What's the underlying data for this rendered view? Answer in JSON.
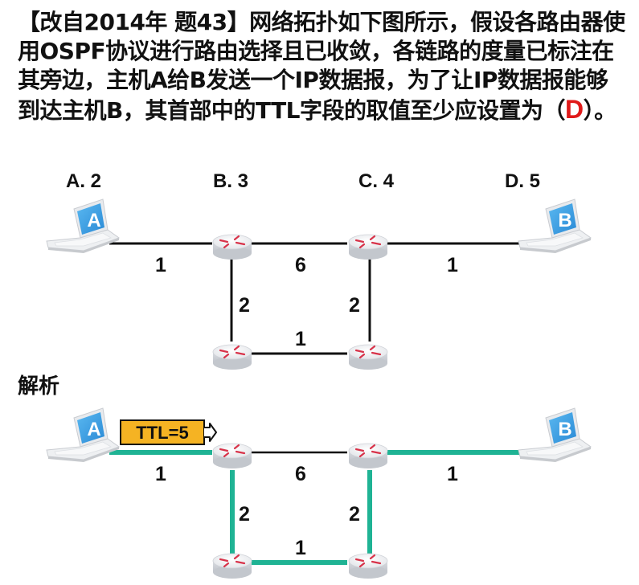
{
  "question": {
    "prefix": "【改自2014年 题43】网络拓扑如下图所示，假设各路由器使用OSPF协议进行路由选择且已收敛，各链路的度量已标注在其旁边，主机A给B发送一个IP数据报，为了让IP数据报能够到达主机B，其首部中的TTL字段的取值至少应设置为（",
    "answer": "D",
    "suffix": "）。"
  },
  "options": [
    {
      "label": "A. 2"
    },
    {
      "label": "B. 3"
    },
    {
      "label": "C. 4"
    },
    {
      "label": "D. 5"
    }
  ],
  "analysis_title": "解析",
  "topology": {
    "hosts": [
      {
        "name": "A"
      },
      {
        "name": "B"
      }
    ],
    "links": [
      {
        "from": "A",
        "to": "R1",
        "metric": "1"
      },
      {
        "from": "R1",
        "to": "R2",
        "metric": "6"
      },
      {
        "from": "R2",
        "to": "B",
        "metric": "1"
      },
      {
        "from": "R1",
        "to": "R3",
        "metric": "2"
      },
      {
        "from": "R2",
        "to": "R4",
        "metric": "2"
      },
      {
        "from": "R3",
        "to": "R4",
        "metric": "1"
      }
    ],
    "highlight_color": "#1fb394",
    "ttl_badge": {
      "text": "TTL=5",
      "color": "#f5b323"
    }
  }
}
